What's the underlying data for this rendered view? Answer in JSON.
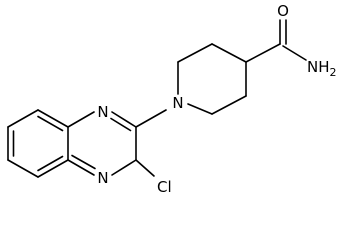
{
  "atoms": {
    "oxygen": "O",
    "amide_nh2": "NH2",
    "amide_nh2_text": "NH",
    "amide_nh2_subscript": "2",
    "piperidine_nitrogen": "N",
    "quinoxaline_n1": "N",
    "quinoxaline_n4": "N",
    "chlorine": "Cl"
  }
}
